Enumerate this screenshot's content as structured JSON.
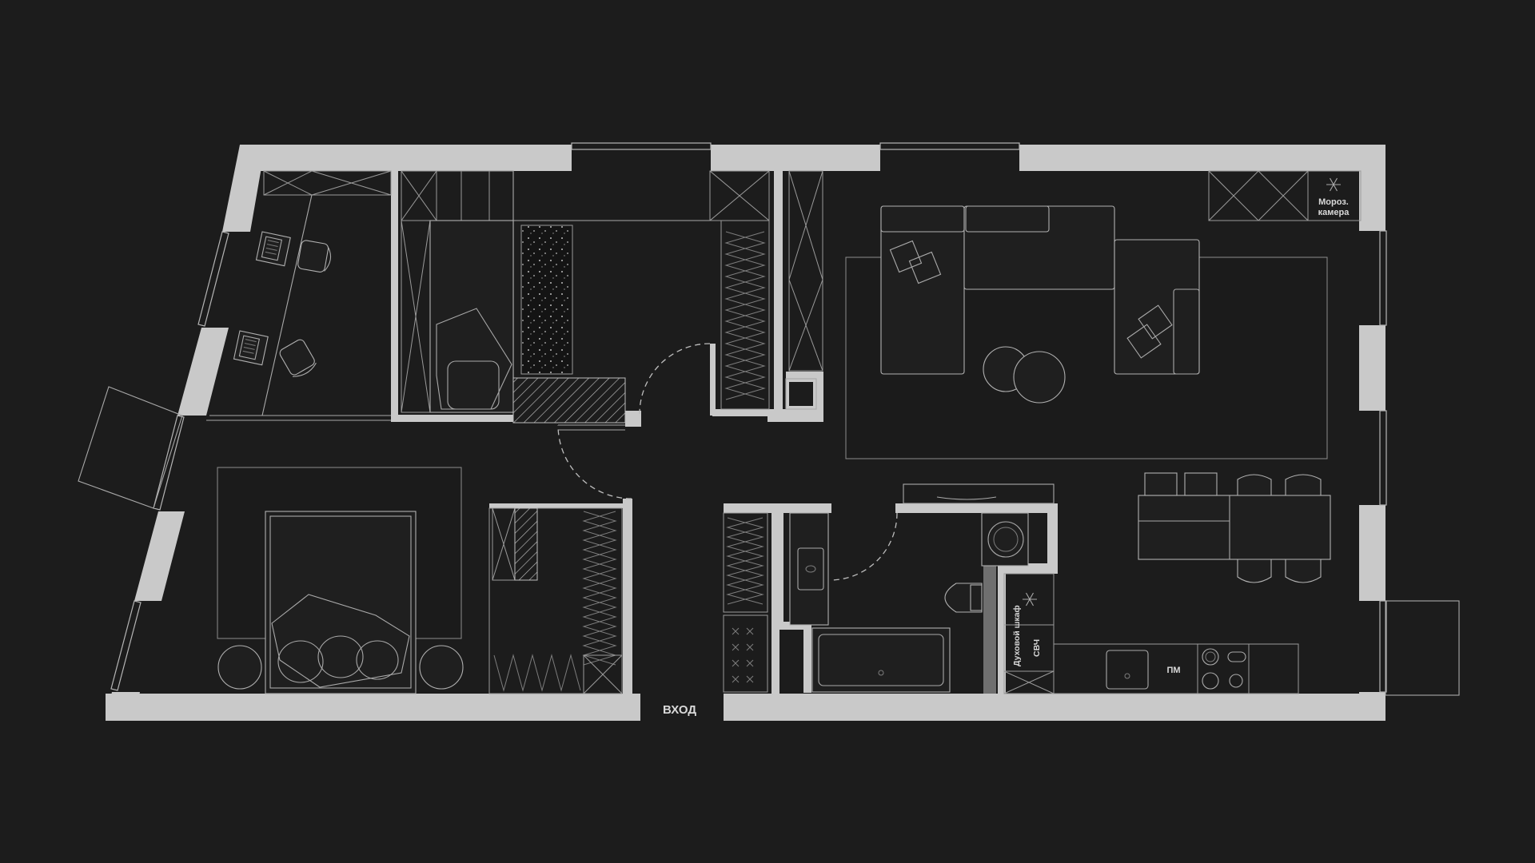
{
  "plan": {
    "entrance_label": "ВХОД",
    "freezer_label_line1": "Мороз.",
    "freezer_label_line2": "камера",
    "oven_label": "Духовой шкаф",
    "microwave_label": "СВЧ",
    "dishwasher_label": "ПМ"
  },
  "colors": {
    "background": "#1c1c1c",
    "walls": "#c9c9c9",
    "lines": "#a9a9a9"
  },
  "icons": [
    "snowflake-icon",
    "laptop-icon",
    "chair-icon",
    "bed-icon",
    "sofa-icon",
    "toilet-icon",
    "bathtub-icon",
    "washing-machine-icon",
    "sink-icon",
    "cooktop-icon"
  ]
}
